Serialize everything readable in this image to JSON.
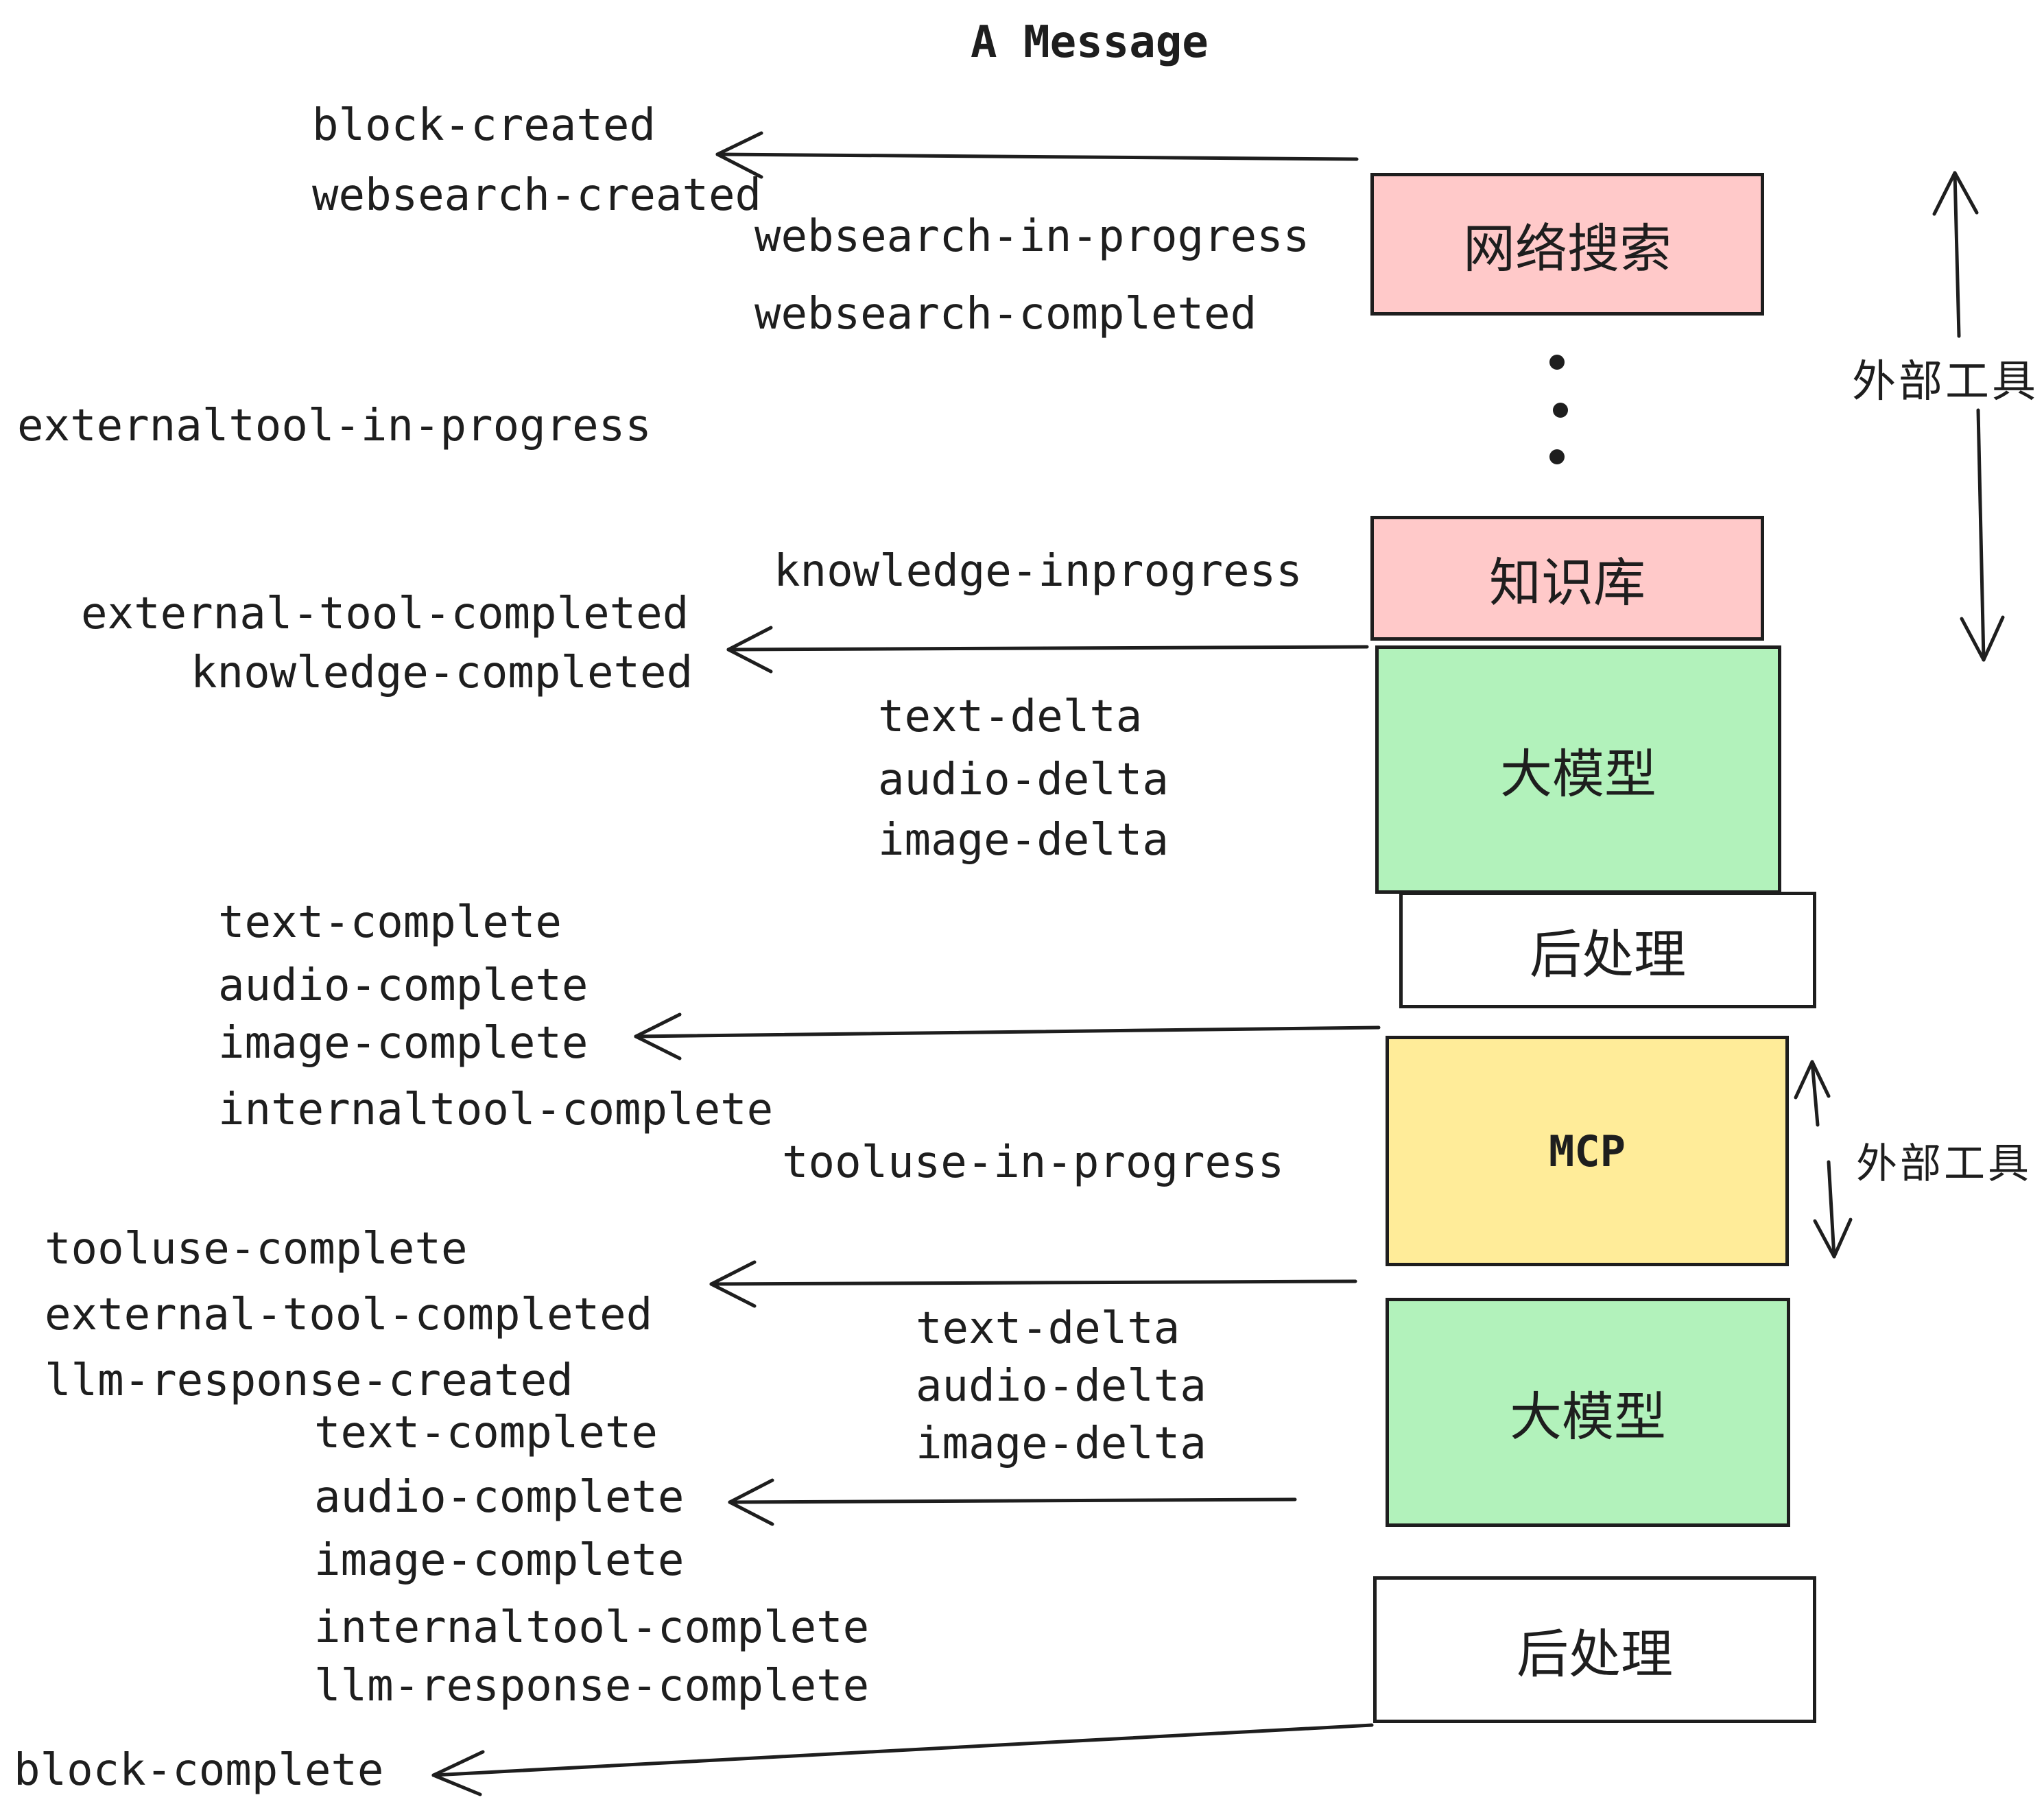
{
  "title": "A Message",
  "colors": {
    "pink": "#ffc9c9",
    "green": "#b2f2bb",
    "yellow": "#ffec99",
    "white": "#ffffff",
    "stroke": "#1e1e1e"
  },
  "boxes": {
    "websearch": {
      "label": "网络搜索",
      "fill": "#ffc9c9"
    },
    "knowledge": {
      "label": "知识库",
      "fill": "#ffc9c9"
    },
    "llm1": {
      "label": "大模型",
      "fill": "#b2f2bb"
    },
    "post1": {
      "label": "后处理",
      "fill": "#ffffff"
    },
    "mcp": {
      "label": "MCP",
      "fill": "#ffec99"
    },
    "llm2": {
      "label": "大模型",
      "fill": "#b2f2bb"
    },
    "post2": {
      "label": "后处理",
      "fill": "#ffffff"
    }
  },
  "side_labels": {
    "external_tools_1": "外部工具",
    "external_tools_2": "外部工具"
  },
  "events": {
    "block_created": "block-created",
    "websearch_created": "websearch-created",
    "websearch_in_progress": "websearch-in-progress",
    "websearch_completed": "websearch-completed",
    "externaltool_in_progress": "externaltool-in-progress",
    "knowledge_inprogress": "knowledge-inprogress",
    "external_tool_completed_1": "external-tool-completed",
    "knowledge_completed": "knowledge-completed",
    "text_delta_1": "text-delta",
    "audio_delta_1": "audio-delta",
    "image_delta_1": "image-delta",
    "text_complete_1": "text-complete",
    "audio_complete_1": "audio-complete",
    "image_complete_1": "image-complete",
    "internaltool_complete_1": "internaltool-complete",
    "tooluse_in_progress": "tooluse-in-progress",
    "tooluse_complete": "tooluse-complete",
    "external_tool_completed_2": "external-tool-completed",
    "llm_response_created": "llm-response-created",
    "text_delta_2": "text-delta",
    "audio_delta_2": "audio-delta",
    "image_delta_2": "image-delta",
    "text_complete_2": "text-complete",
    "audio_complete_2": "audio-complete",
    "image_complete_2": "image-complete",
    "internaltool_complete_2": "internaltool-complete",
    "llm_response_complete": "llm-response-complete",
    "block_complete": "block-complete"
  }
}
